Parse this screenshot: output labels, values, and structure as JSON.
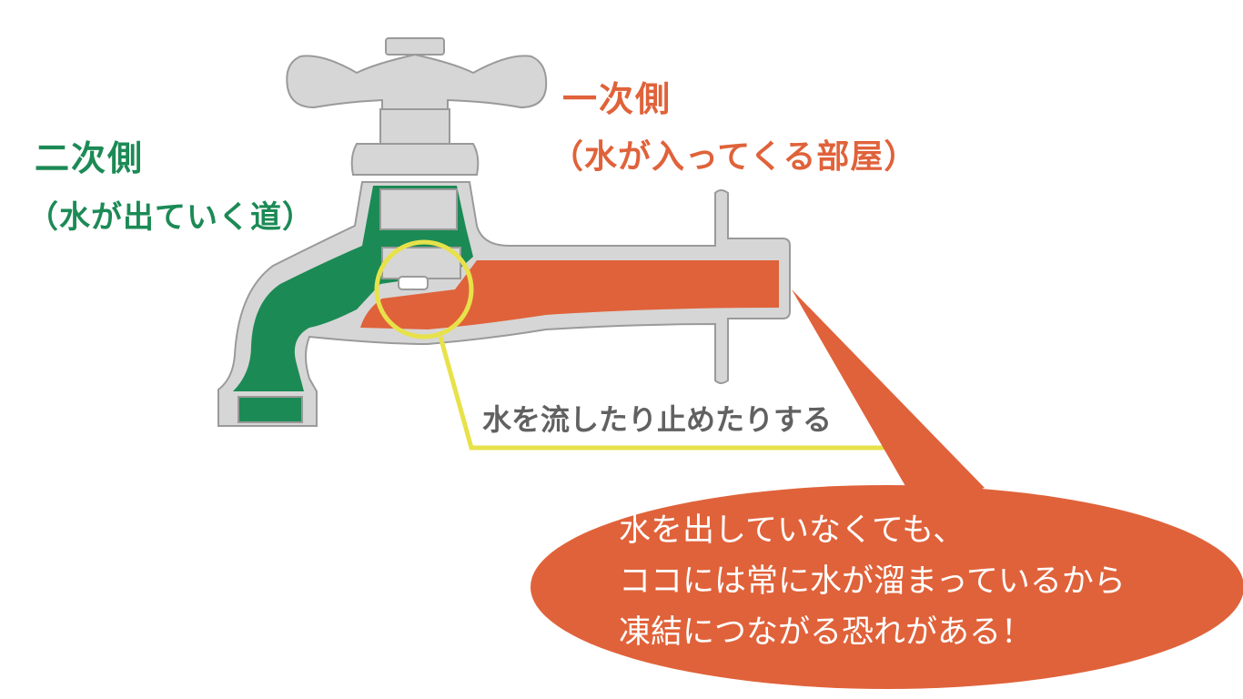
{
  "labels": {
    "primary_title": "一次側",
    "primary_subtitle": "（水が入ってくる部屋）",
    "secondary_title": "二次側",
    "secondary_subtitle": "（水が出ていく道）",
    "valve_note": "水を流したり止めたりする"
  },
  "bubble": {
    "lines": [
      "水を出していなくても、",
      "ココには常に水が溜まっているから",
      "凍結につながる恐れがある！"
    ]
  },
  "colors": {
    "primary_orange": "#e0623a",
    "secondary_green": "#1c8a55",
    "faucet_gray": "#d6d6d6",
    "faucet_outline": "#9a9a9a",
    "highlight_yellow": "#e7e24a",
    "note_gray": "#616161"
  }
}
